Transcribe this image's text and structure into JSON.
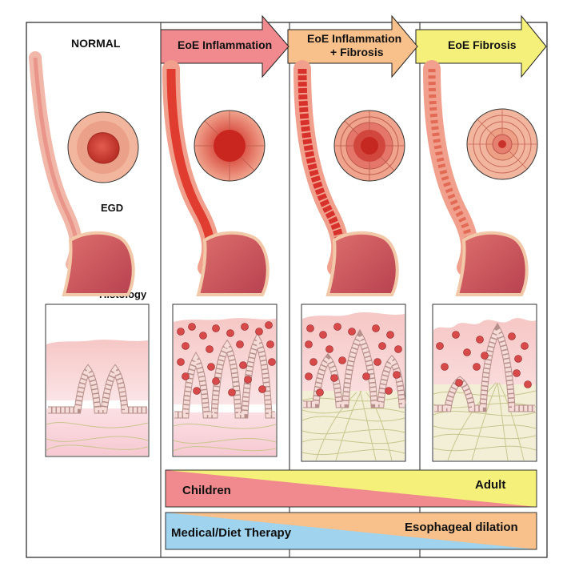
{
  "panels": [
    {
      "id": "normal",
      "title": "NORMAL"
    },
    {
      "id": "inflammation",
      "title": "EoE Inflammation"
    },
    {
      "id": "inflammation-fibrosis",
      "title_line1": "EoE Inflammation",
      "title_line2": "+ Fibrosis"
    },
    {
      "id": "fibrosis",
      "title": "EoE Fibrosis"
    }
  ],
  "labels": {
    "egd": "EGD",
    "histology": "Histology"
  },
  "bars": {
    "age": {
      "left": "Children",
      "right": "Adult"
    },
    "therapy": {
      "left": "Medical/Diet Therapy",
      "right": "Esophageal dilation"
    }
  },
  "colors": {
    "inflammation": "#f08a8e",
    "inflammation_fibrosis": "#f8c08a",
    "fibrosis": "#f4f07a",
    "therapy_medical": "#9fd3ee",
    "therapy_dilation": "#f8c08a",
    "eosinophil": "#d84a4a",
    "fibrous_strand": "#c9c58e"
  }
}
